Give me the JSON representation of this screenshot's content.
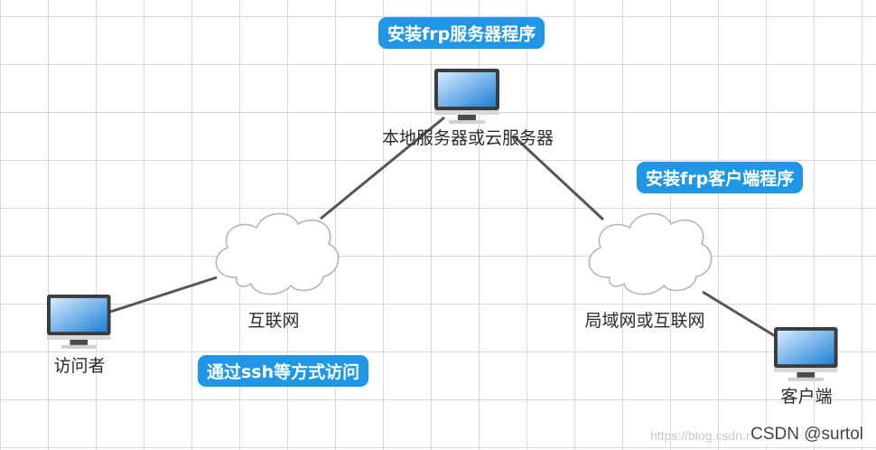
{
  "nodes": {
    "server_label": "本地服务器或云服务器",
    "visitor_label": "访问者",
    "client_label": "客户端",
    "internet_label": "互联网",
    "lan_label": "局域网或互联网"
  },
  "callouts": {
    "server_install": "安装frp服务器程序",
    "client_install": "安装frp客户端程序",
    "ssh_access": "通过ssh等方式访问"
  },
  "watermark": {
    "url": "https://blog.csdn.net/",
    "csdn": "CSDN @surtol"
  },
  "colors": {
    "pill_bg": "#1f96e6",
    "line": "#555555",
    "monitor_bezel": "#3c3c3c",
    "screen_top": "#cfe8ff",
    "screen_bottom": "#1e82d8"
  }
}
